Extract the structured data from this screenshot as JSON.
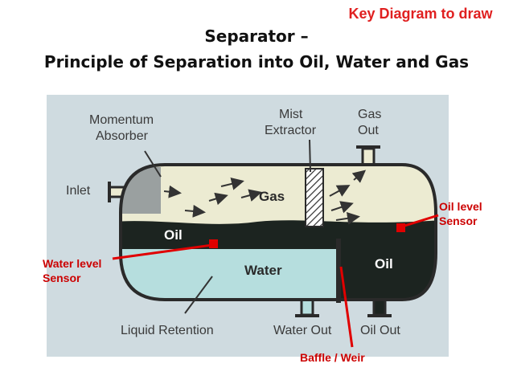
{
  "banner": "Key Diagram to draw",
  "title": {
    "line1": "Separator –",
    "line2": "Principle of Separation into Oil, Water and Gas"
  },
  "diagram": {
    "labels": {
      "momentum_absorber_1": "Momentum",
      "momentum_absorber_2": "Absorber",
      "mist_extractor_1": "Mist",
      "mist_extractor_2": "Extractor",
      "gas_out_1": "Gas",
      "gas_out_2": "Out",
      "inlet": "Inlet",
      "gas": "Gas",
      "oil_left": "Oil",
      "water": "Water",
      "oil_right": "Oil",
      "liquid_retention": "Liquid Retention",
      "water_out": "Water Out",
      "oil_out": "Oil Out"
    },
    "colors": {
      "gas": "#ecebd2",
      "oil": "#1c2420",
      "water": "#b6dede",
      "vessel_wall": "#2a2a2a",
      "absorber": "#9aa0a0",
      "panel": "#cfdbe0",
      "sensor": "#e00000"
    }
  },
  "annotations": {
    "oil_level_sensor_1": "Oil level",
    "oil_level_sensor_2": "Sensor",
    "water_level_sensor_1": "Water level",
    "water_level_sensor_2": "Sensor",
    "baffle_weir": "Baffle / Weir"
  }
}
